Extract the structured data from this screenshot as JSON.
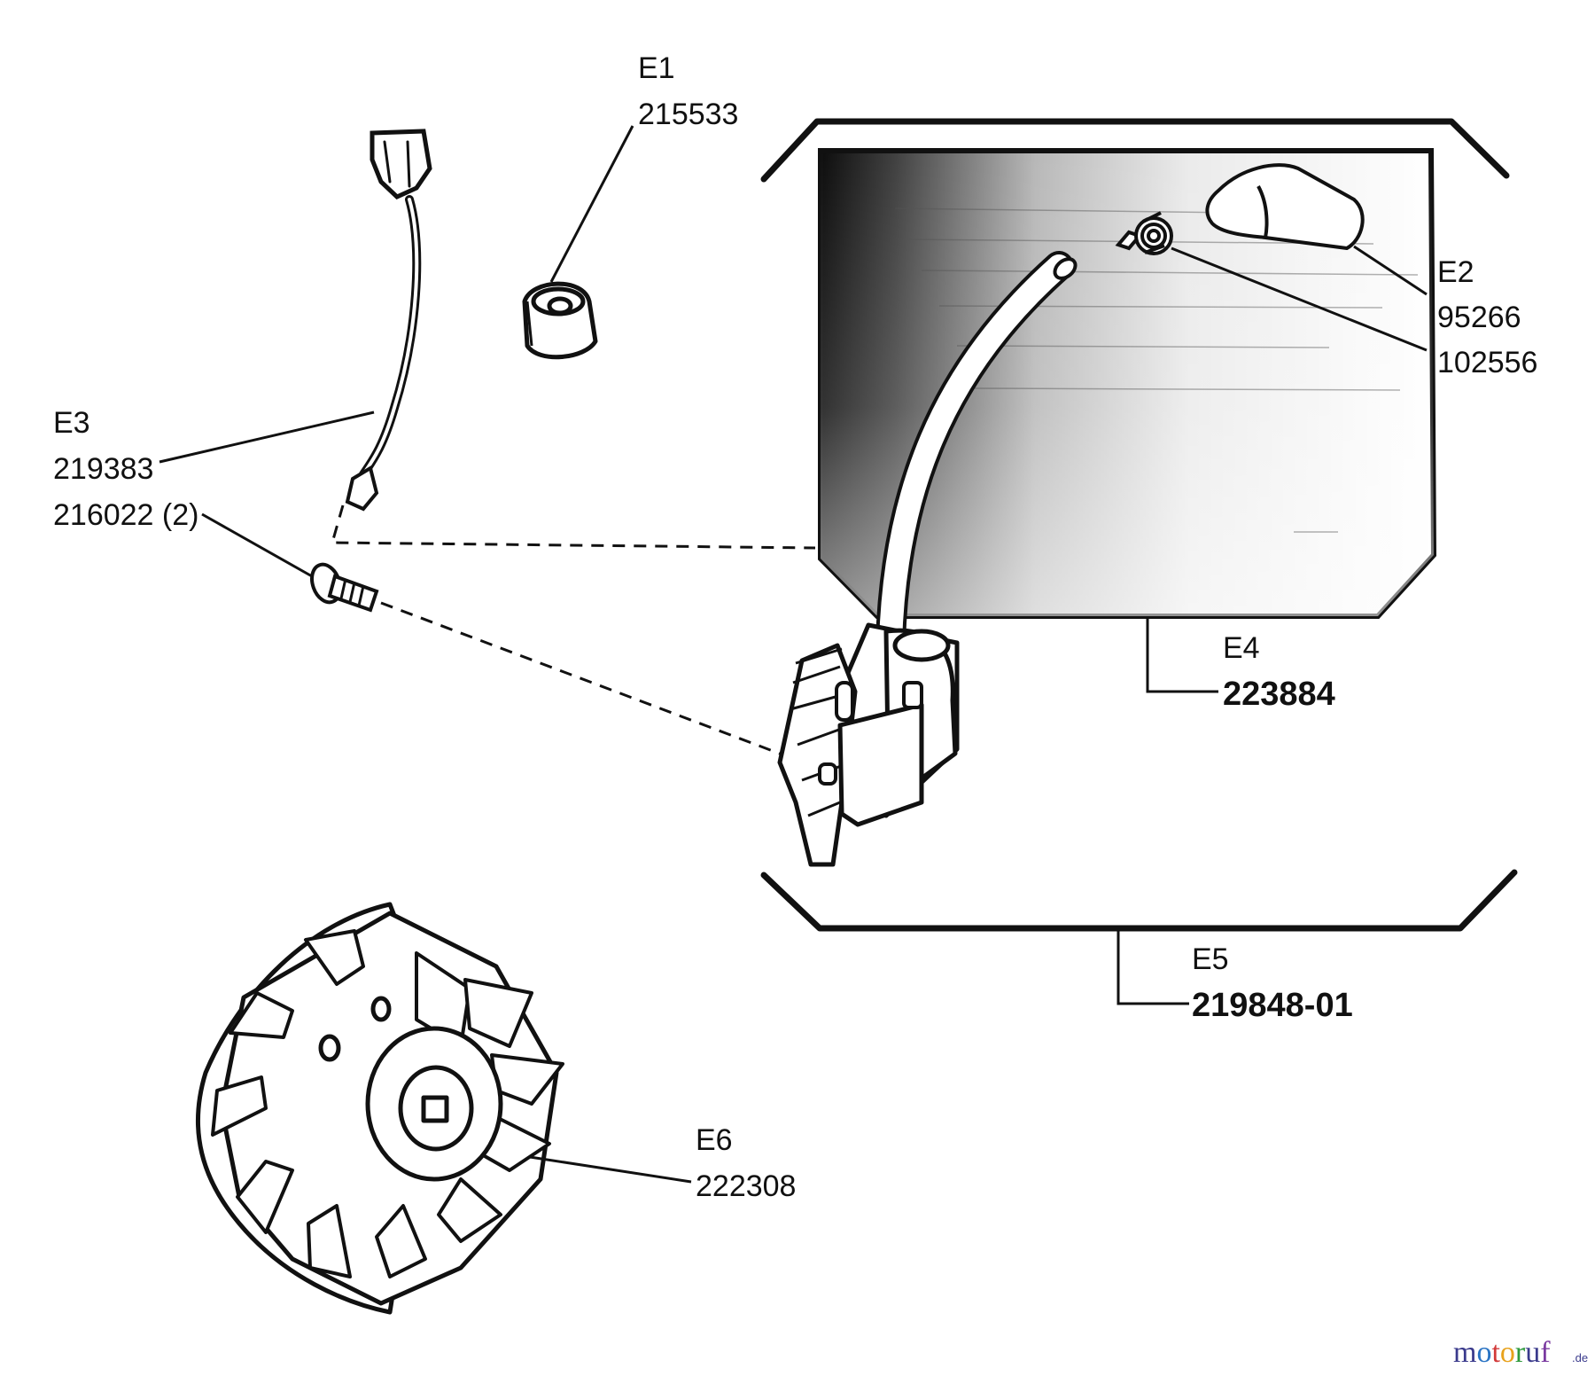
{
  "parts": {
    "e1": {
      "ref": "E1",
      "number": "215533"
    },
    "e2": {
      "ref": "E2",
      "numbers": [
        "95266",
        "102556"
      ]
    },
    "e3": {
      "ref": "E3",
      "numbers": [
        "219383",
        "216022 (2)"
      ]
    },
    "e4": {
      "ref": "E4",
      "number": "223884"
    },
    "e5": {
      "ref": "E5",
      "number": "219848-01"
    },
    "e6": {
      "ref": "E6",
      "number": "222308"
    }
  },
  "watermark": {
    "brand": "motoruf",
    "tld": ".de",
    "colors": {
      "m": "#3a3a8c",
      "o1": "#2a74c4",
      "t": "#d23a3a",
      "o2": "#e8a21c",
      "r": "#2e9a3c",
      "u": "#3a3a8c",
      "f": "#7a3aa0"
    }
  },
  "colors": {
    "ink": "#111111",
    "background": "#ffffff"
  }
}
